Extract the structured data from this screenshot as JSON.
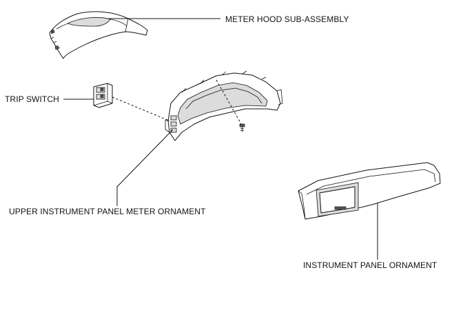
{
  "labels": {
    "meter_hood": "METER HOOD SUB-ASSEMBLY",
    "trip_switch": "TRIP SWITCH",
    "upper_ornament": "UPPER INSTRUMENT PANEL METER ORNAMENT",
    "panel_ornament": "INSTRUMENT PANEL ORNAMENT"
  }
}
